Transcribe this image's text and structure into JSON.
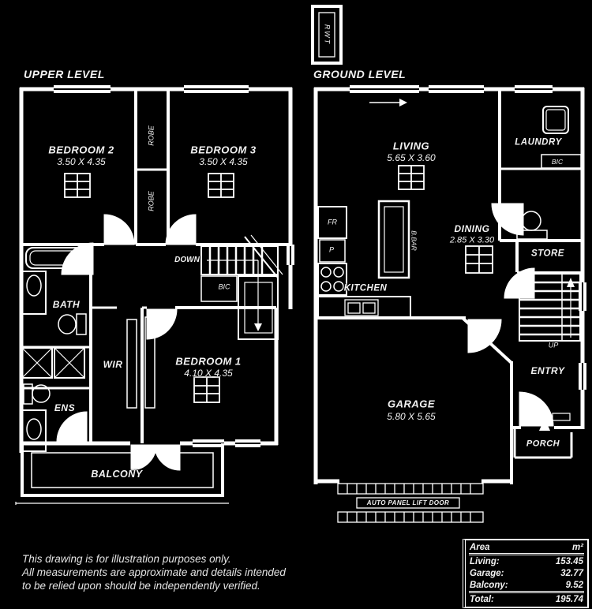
{
  "page": {
    "background": "#000000",
    "line_color": "#ffffff"
  },
  "upper_level": {
    "title": "UPPER LEVEL",
    "bedroom2": {
      "name": "BEDROOM 2",
      "dims": "3.50 X 4.35"
    },
    "bedroom3": {
      "name": "BEDROOM 3",
      "dims": "3.50 X 4.35"
    },
    "bedroom1": {
      "name": "BEDROOM 1",
      "dims": "4.10 X 4.35"
    },
    "robe_top": "ROBE",
    "robe_mid": "ROBE",
    "down": "DOWN",
    "bic": "BIC",
    "bath": "BATH",
    "wir": "WIR",
    "ens": "ENS",
    "balcony": "BALCONY"
  },
  "ground_level": {
    "title": "GROUND LEVEL",
    "rwt": "RWT",
    "living": {
      "name": "LIVING",
      "dims": "5.65 X 3.60"
    },
    "dining": {
      "name": "DINING",
      "dims": "2.85 X 3.30"
    },
    "garage": {
      "name": "GARAGE",
      "dims": "5.80 X 5.65"
    },
    "kitchen": "KITCHEN",
    "laundry": "LAUNDRY",
    "store": "STORE",
    "entry": "ENTRY",
    "porch": "PORCH",
    "up": "UP",
    "bic": "BIC",
    "fridge": "FR",
    "pantry": "P",
    "breakfast_bar": "B.BAR",
    "auto_door": "AUTO PANEL LIFT DOOR"
  },
  "disclaimer": {
    "line1": "This drawing is for illustration purposes only.",
    "line2": "All measurements are approximate and details intended",
    "line3": "to be relied upon should be independently verified."
  },
  "area_table": {
    "header_label": "Area",
    "header_unit": "m²",
    "rows": [
      {
        "label": "Living:",
        "value": "153.45"
      },
      {
        "label": "Garage:",
        "value": "32.77"
      },
      {
        "label": "Balcony:",
        "value": "9.52"
      }
    ],
    "total_label": "Total:",
    "total_value": "195.74"
  }
}
